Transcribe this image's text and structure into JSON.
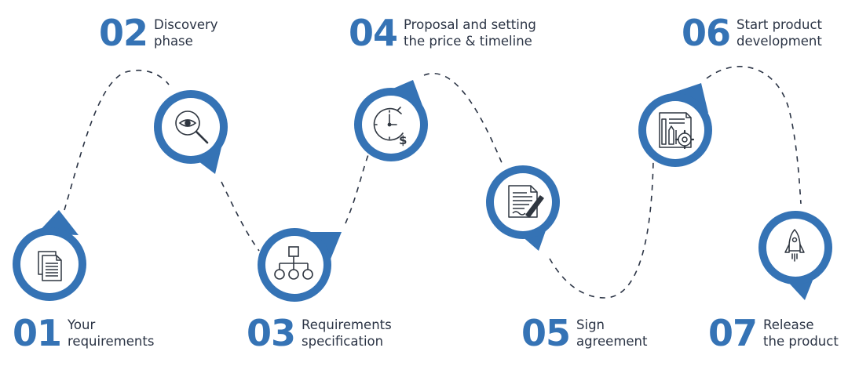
{
  "colors": {
    "accent": "#3573b5",
    "text": "#2b3445",
    "path": "#2b3445",
    "icon": "#2f3640"
  },
  "steps": [
    {
      "number": "01",
      "lines": [
        "Your",
        "requirements"
      ],
      "icon": "documents-icon"
    },
    {
      "number": "02",
      "lines": [
        "Discovery",
        "phase"
      ],
      "icon": "magnifier-eye-icon"
    },
    {
      "number": "03",
      "lines": [
        "Requirements",
        "specification"
      ],
      "icon": "hierarchy-icon"
    },
    {
      "number": "04",
      "lines": [
        "Proposal and setting",
        "the price & timeline"
      ],
      "icon": "clock-dollar-icon"
    },
    {
      "number": "05",
      "lines": [
        "Sign",
        "agreement"
      ],
      "icon": "contract-pen-icon"
    },
    {
      "number": "06",
      "lines": [
        "Start product",
        "development"
      ],
      "icon": "blueprint-gear-icon"
    },
    {
      "number": "07",
      "lines": [
        "Release",
        "the product"
      ],
      "icon": "rocket-icon"
    }
  ]
}
